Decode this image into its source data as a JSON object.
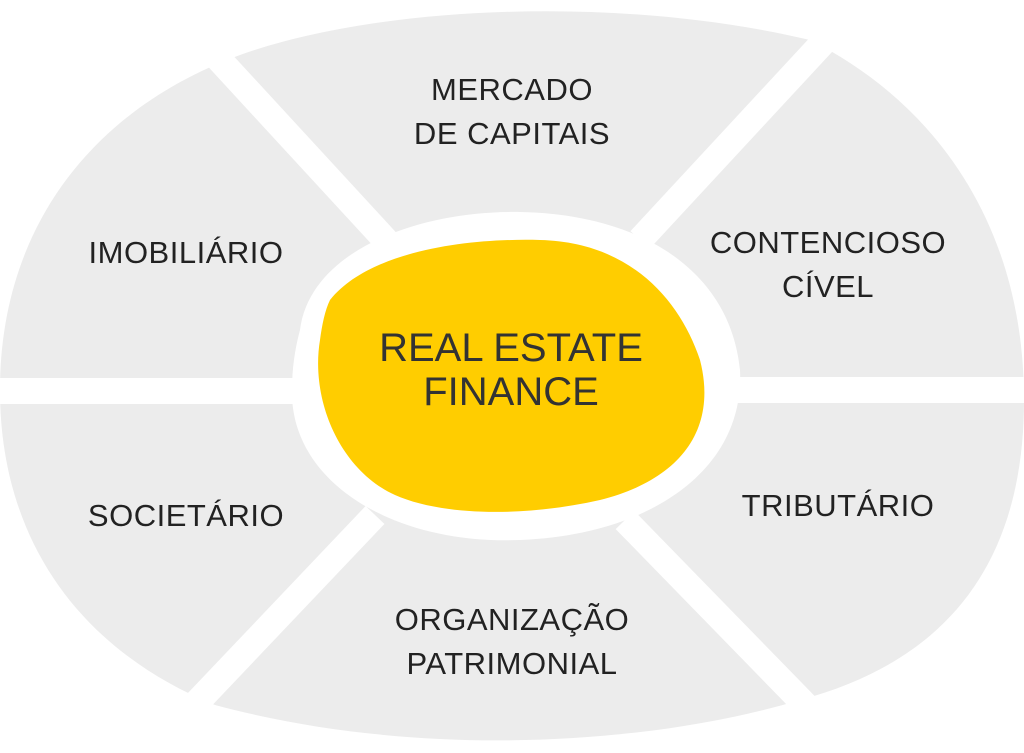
{
  "center": {
    "line1": "REAL ESTATE",
    "line2": "FINANCE"
  },
  "segments": [
    {
      "line1": "MERCADO",
      "line2": "DE CAPITAIS"
    },
    {
      "line1": "CONTENCIOSO",
      "line2": "CÍVEL"
    },
    {
      "line1": "TRIBUTÁRIO"
    },
    {
      "line1": "ORGANIZAÇÃO",
      "line2": "PATRIMONIAL"
    },
    {
      "line1": "SOCIETÁRIO"
    },
    {
      "line1": "IMOBILIÁRIO"
    }
  ],
  "colors": {
    "segment": "#ececec",
    "center": "#ffcd00",
    "separator": "#ffffff",
    "text": "#222222"
  }
}
